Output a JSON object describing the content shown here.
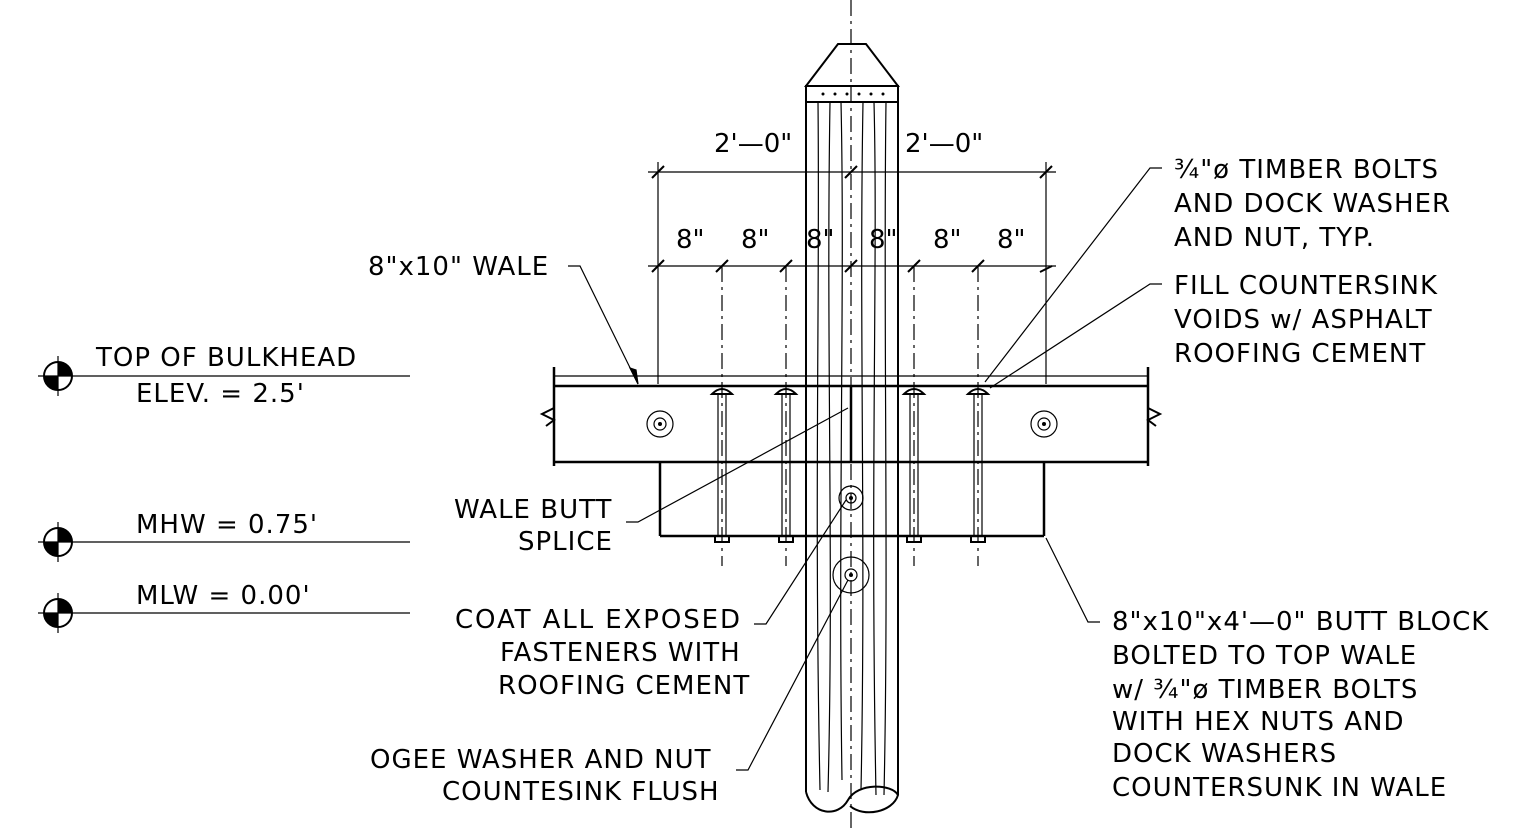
{
  "elevations": {
    "top_of_bulkhead": "TOP OF BULKHEAD",
    "top_of_bulkhead_value": "ELEV. = 2.5'",
    "mhw": "MHW = 0.75'",
    "mlw": "MLW = 0.00'"
  },
  "dimensions": {
    "overall_left": "2'—0\"",
    "overall_right": "2'—0\"",
    "spacing": [
      "8\"",
      "8\"",
      "8\"",
      "8\"",
      "8\"",
      "8\""
    ]
  },
  "callouts": {
    "wale": "8\"x10\" WALE",
    "timber_bolts": [
      "¾\"ø TIMBER BOLTS",
      "AND DOCK WASHER",
      "AND NUT, TYP."
    ],
    "fill_countersink": [
      "FILL COUNTERSINK",
      "VOIDS w/ ASPHALT",
      "ROOFING CEMENT"
    ],
    "wale_butt_splice": [
      "WALE BUTT",
      "SPLICE"
    ],
    "coat_fasteners": [
      "COAT ALL EXPOSED",
      "FASTENERS WITH",
      "ROOFING CEMENT"
    ],
    "ogee_washer": [
      "OGEE WASHER AND NUT",
      "COUNTESINK FLUSH"
    ],
    "butt_block": [
      "8\"x10\"x4'—0\" BUTT BLOCK",
      "BOLTED TO TOP WALE",
      "w/ ¾\"ø TIMBER BOLTS",
      "WITH HEX NUTS AND",
      "DOCK WASHERS",
      "COUNTERSUNK IN WALE"
    ]
  }
}
